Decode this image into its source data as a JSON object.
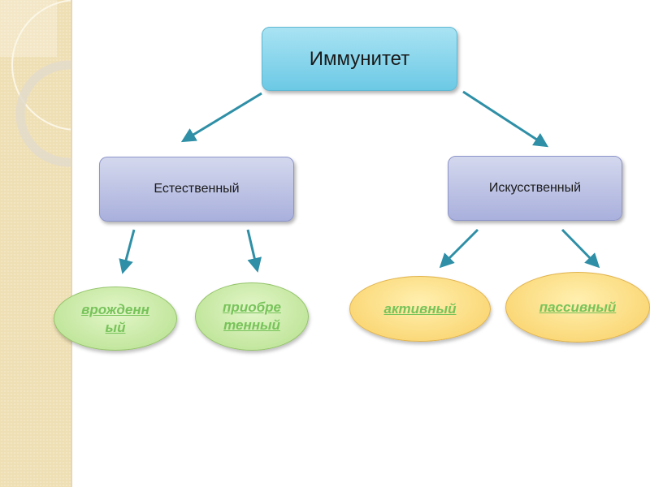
{
  "root": {
    "label": "Иммунитет"
  },
  "branches": [
    {
      "label": "Естественный"
    },
    {
      "label": "Искусственный"
    }
  ],
  "leaves": [
    {
      "label": "врожденный",
      "color": "#b5e08c"
    },
    {
      "label": "приобретенный",
      "color": "#b5e08c"
    },
    {
      "label": "активный",
      "color": "#f9cf63"
    },
    {
      "label": "пассивный",
      "color": "#f9cf63"
    }
  ],
  "colors": {
    "arrow": "#2e8fa6",
    "link_text": "#77c35a",
    "sidebar": "#efdfb4"
  }
}
